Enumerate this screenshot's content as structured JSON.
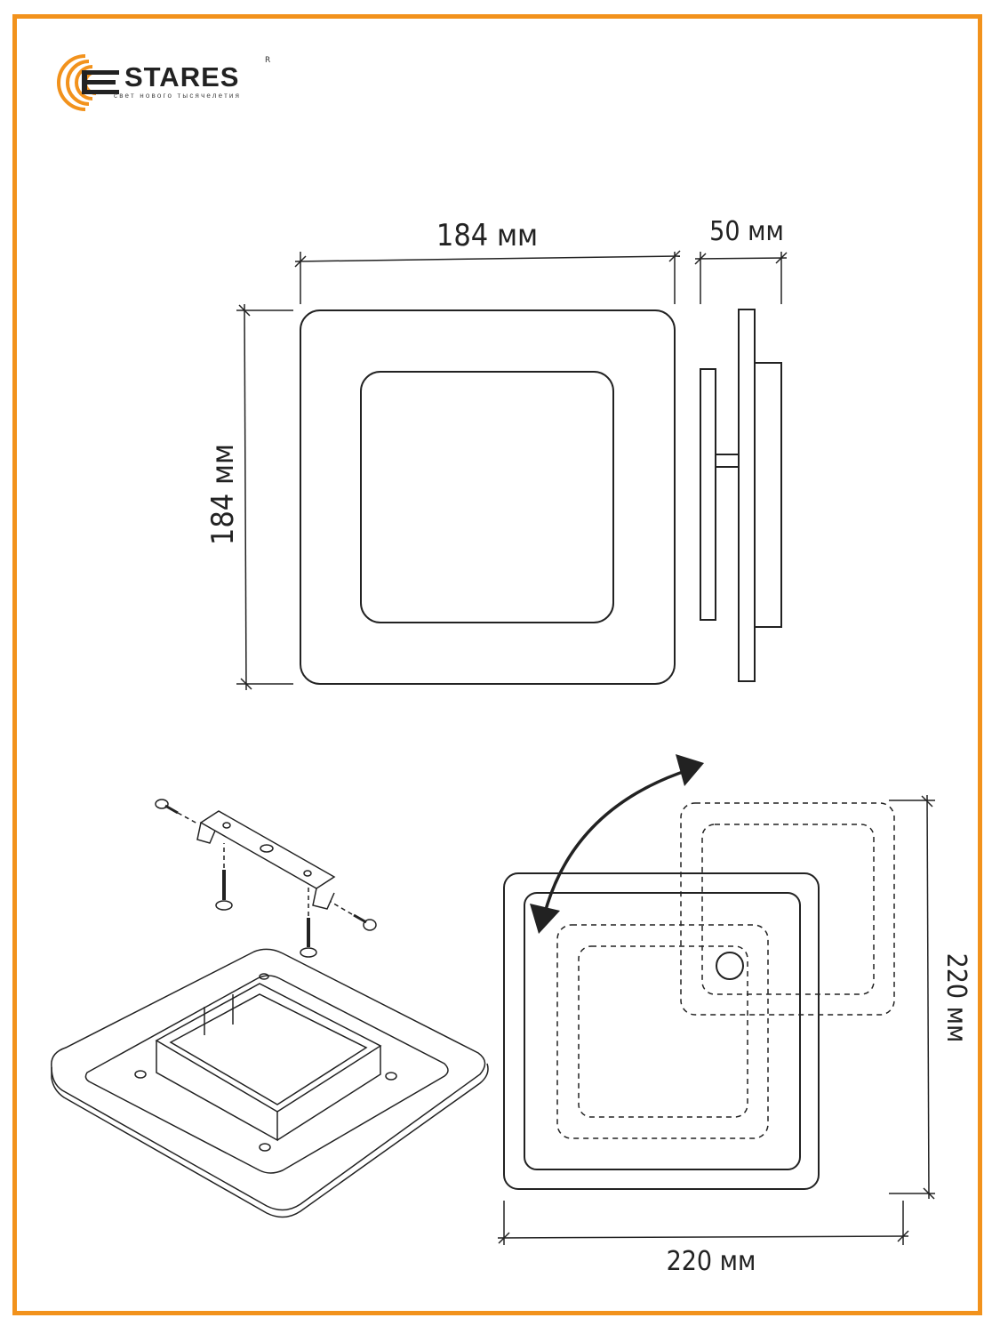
{
  "brand": {
    "name": "STARES",
    "registered": "R",
    "tagline": "свет нового тысячелетия",
    "accent_color": "#f2921c"
  },
  "front_view": {
    "width_label": "184 мм",
    "height_label": "184 мм"
  },
  "side_view": {
    "depth_label": "50 мм"
  },
  "mount_diagram": {
    "width_label": "220 мм",
    "height_label": "220 мм",
    "rotation_icon": "double-arrow-icon"
  },
  "exploded_view": {
    "parts": [
      "screw-icon",
      "mounting-bracket-icon",
      "base-plate-icon"
    ]
  }
}
